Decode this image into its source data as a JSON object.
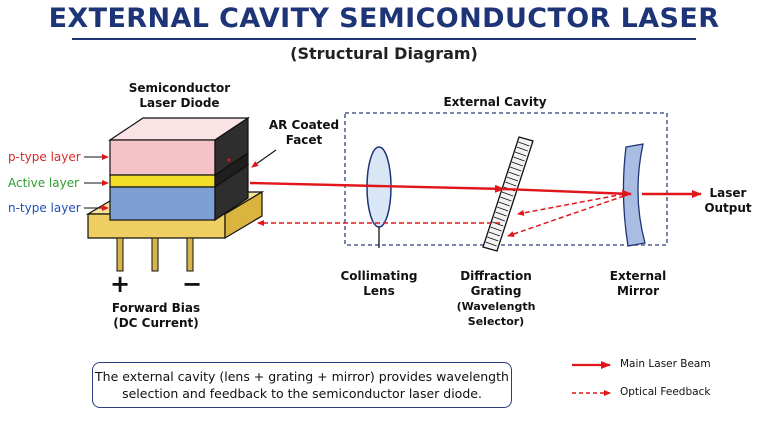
{
  "title": "EXTERNAL CAVITY SEMICONDUCTOR LASER",
  "subtitle": "(Structural Diagram)",
  "diode": {
    "line1": "Semiconductor",
    "line2": "Laser Diode"
  },
  "layers": {
    "p_type": "p-type layer",
    "active": "Active layer",
    "n_type": "n-type layer"
  },
  "ar_facet": {
    "line1": "AR Coated",
    "line2": "Facet"
  },
  "external_cavity": "External Cavity",
  "components": {
    "lens": {
      "line1": "Collimating",
      "line2": "Lens"
    },
    "grating": {
      "line1": "Diffraction",
      "line2": "Grating",
      "line3": "(Wavelength",
      "line4": "Selector)"
    },
    "mirror": {
      "line1": "External",
      "line2": "Mirror"
    }
  },
  "output": {
    "line1": "Laser",
    "line2": "Output"
  },
  "bias": {
    "plus": "+",
    "minus": "−",
    "line1": "Forward Bias",
    "line2": "(DC Current)"
  },
  "info": {
    "line1": "The external cavity (lens + grating + mirror) provides wavelength",
    "line2": "selection and feedback to the semiconductor laser diode."
  },
  "legend": {
    "main_beam": "Main Laser Beam",
    "feedback": "Optical Feedback"
  },
  "colors": {
    "title": "#1d3477",
    "beam": "#e0161b",
    "p_layer": "#f6c3c8",
    "active_layer": "#f2de2a",
    "n_layer": "#7e9fd4",
    "base": "#f4d77a",
    "lens": "#d9e6f5",
    "mirror": "#a9bde3",
    "box": "#2b3f7d",
    "p_label": "#d42a2a",
    "active_label": "#2e9c2e",
    "n_label": "#1f4fb8"
  }
}
